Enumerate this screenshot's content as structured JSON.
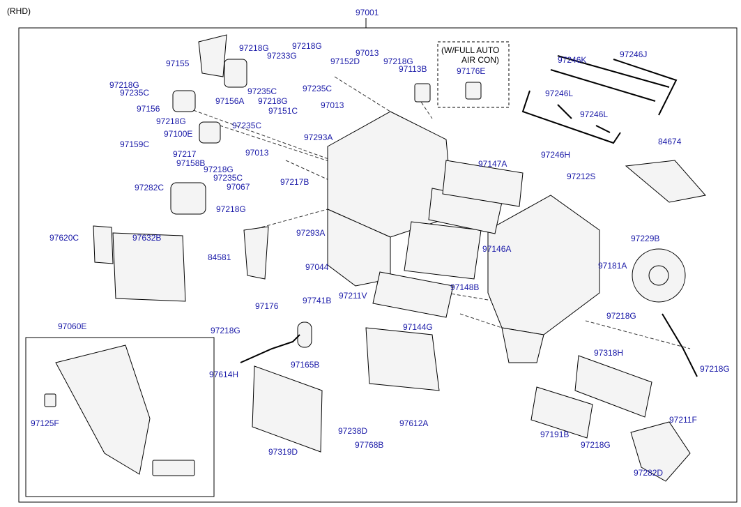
{
  "header": {
    "variant": "(RHD)",
    "assembly": "97001"
  },
  "note": {
    "line1": "(W/FULL AUTO",
    "line2": "AIR CON)"
  },
  "callouts": [
    "97155",
    "97218G",
    "97233G",
    "97218G",
    "97013",
    "97152D",
    "97218G",
    "97113B",
    "97176E",
    "97218G",
    "97235C",
    "97156A",
    "97235C",
    "97218G",
    "97235C",
    "97156",
    "97218G",
    "97151C",
    "97013",
    "97235C",
    "97100E",
    "97159C",
    "97217",
    "97293A",
    "97013",
    "97158B",
    "97218G",
    "97235C",
    "97067",
    "97217B",
    "97282C",
    "97218G",
    "84581",
    "97293A",
    "97044",
    "97620C",
    "97632B",
    "97211V",
    "97246K",
    "97246J",
    "97246L",
    "97246L",
    "97246H",
    "84674",
    "97147A",
    "97212S",
    "97146A",
    "97229B",
    "97181A",
    "97148B",
    "97218G",
    "97144G",
    "97176",
    "97741B",
    "97218G",
    "97165B",
    "97614H",
    "97060E",
    "97125F",
    "97319D",
    "97238D",
    "97768B",
    "97612A",
    "97318H",
    "97218G",
    "97211F",
    "97191B",
    "97218G",
    "97282D"
  ],
  "colors": {
    "label": "#1a1aa8",
    "line": "#000000",
    "background": "#ffffff"
  },
  "icons": [
    "exploded-parts-drawing"
  ]
}
